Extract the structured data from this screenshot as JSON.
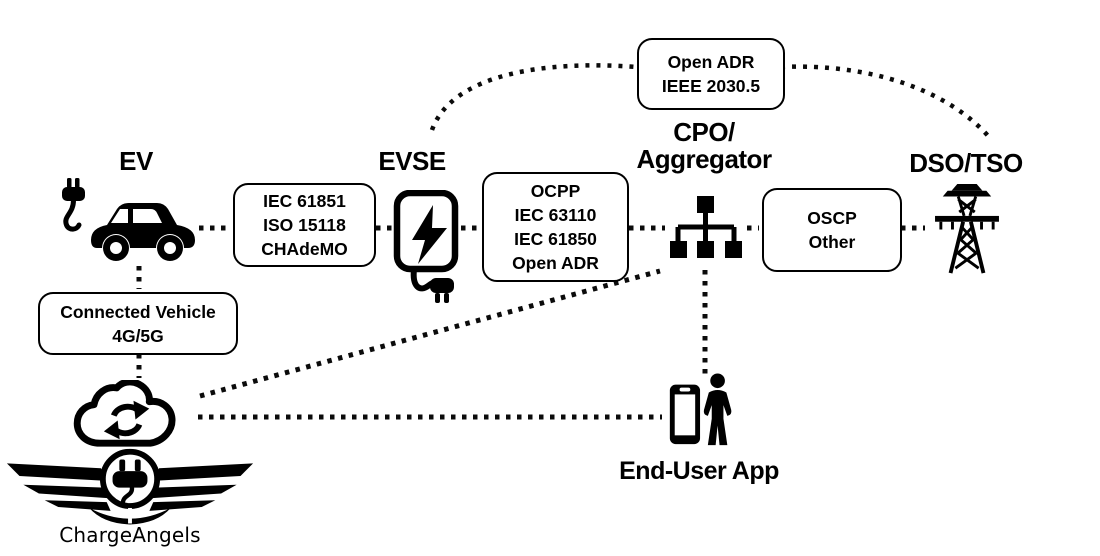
{
  "nodes": {
    "ev": "EV",
    "evse": "EVSE",
    "cpo_line1": "CPO/",
    "cpo_line2": "Aggregator",
    "dso": "DSO/TSO",
    "end_user": "End-User App",
    "brand": "ChargeAngels"
  },
  "boxes": {
    "ev_evse": [
      "IEC 61851",
      "ISO 15118",
      "CHAdeMO"
    ],
    "evse_cpo": [
      "OCPP",
      "IEC 63110",
      "IEC 61850",
      "Open ADR"
    ],
    "cpo_dso": [
      "OSCP",
      "Other"
    ],
    "evse_dso": [
      "Open ADR",
      "IEEE 2030.5"
    ],
    "ev_cloud": [
      "Connected Vehicle",
      "4G/5G"
    ]
  },
  "icons": {
    "ev": "ev-car-with-plug-icon",
    "evse": "evse-charger-icon",
    "cpo": "hierarchy-icon",
    "dso": "transmission-tower-icon",
    "cloud": "cloud-sync-icon",
    "end_user": "smartphone-user-icon",
    "brand": "winged-plug-logo"
  },
  "colors": {
    "ink": "#000000",
    "background": "#ffffff"
  }
}
